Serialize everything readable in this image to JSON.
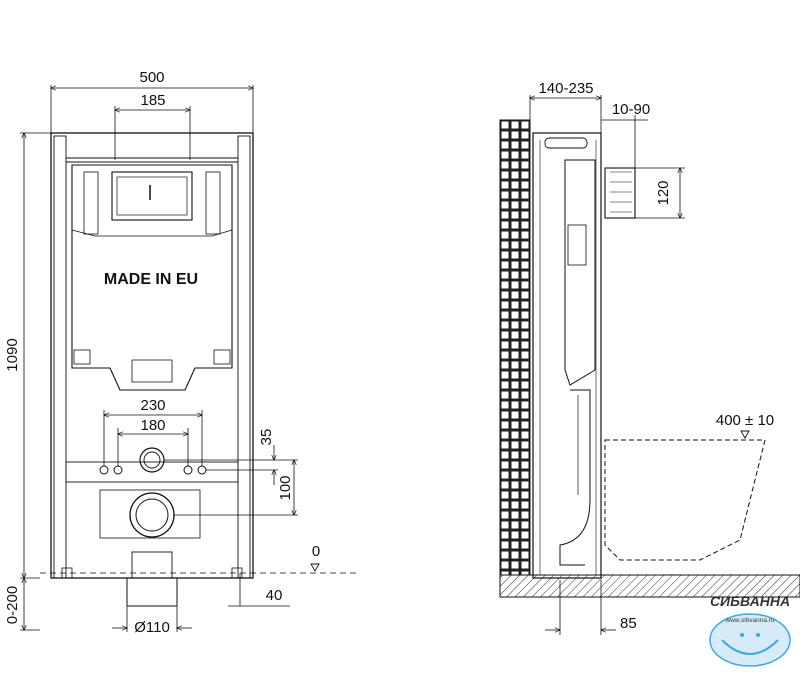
{
  "front_view": {
    "width": "500",
    "flush_plate_width": "185",
    "height": "1090",
    "adjustable_height": "0-200",
    "embossed_text": "MADE IN EU",
    "bolt_spacing_outer": "230",
    "bolt_spacing_inner": "180",
    "inlet_offset": "35",
    "outlet_to_inlet": "100",
    "floor_level": "0",
    "foot_height": "40",
    "drain_diameter": "Ø110"
  },
  "side_view": {
    "frame_depth": "140-235",
    "plate_projection": "10-90",
    "plate_height": "120",
    "bowl_length": "400 ± 10",
    "drain_offset": "85"
  },
  "watermark": {
    "brand_name": "СИБВАННА",
    "brand_url": "www.sibvanna.ru",
    "brand_color": "#1f9ad6"
  }
}
